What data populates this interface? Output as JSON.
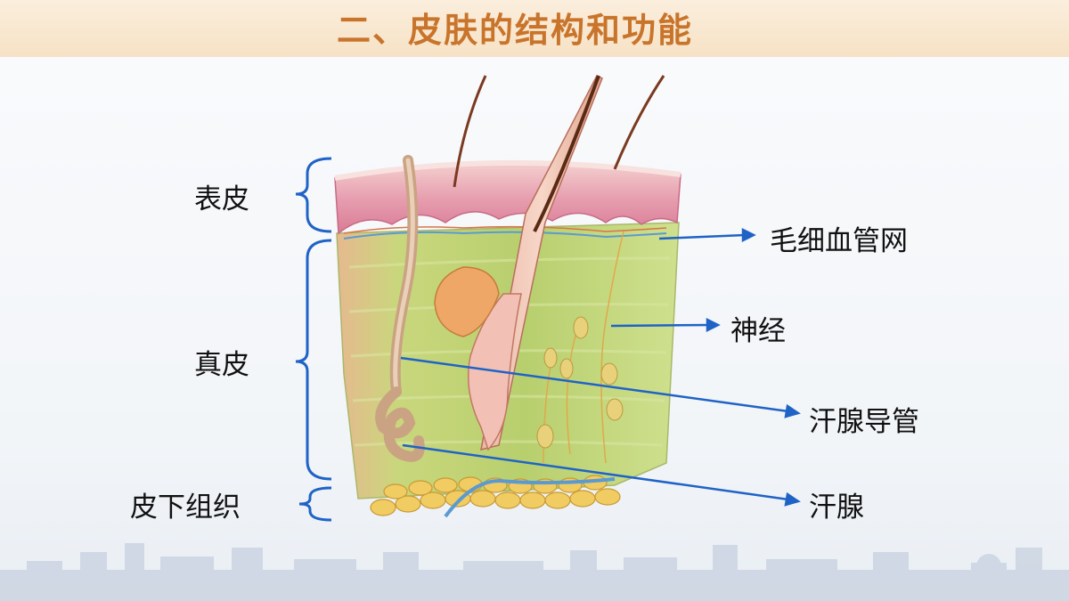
{
  "title": "二、皮肤的结构和功能",
  "layers": {
    "epidermis": "表皮",
    "dermis": "真皮",
    "subcutaneous": "皮下组织"
  },
  "parts": {
    "capillary_network": "毛细血管网",
    "nerve": "神经",
    "sweat_duct": "汗腺导管",
    "sweat_gland": "汗腺"
  },
  "colors": {
    "title": "#c9742b",
    "leader_line": "#1f63c6",
    "brace": "#1f63c6"
  }
}
